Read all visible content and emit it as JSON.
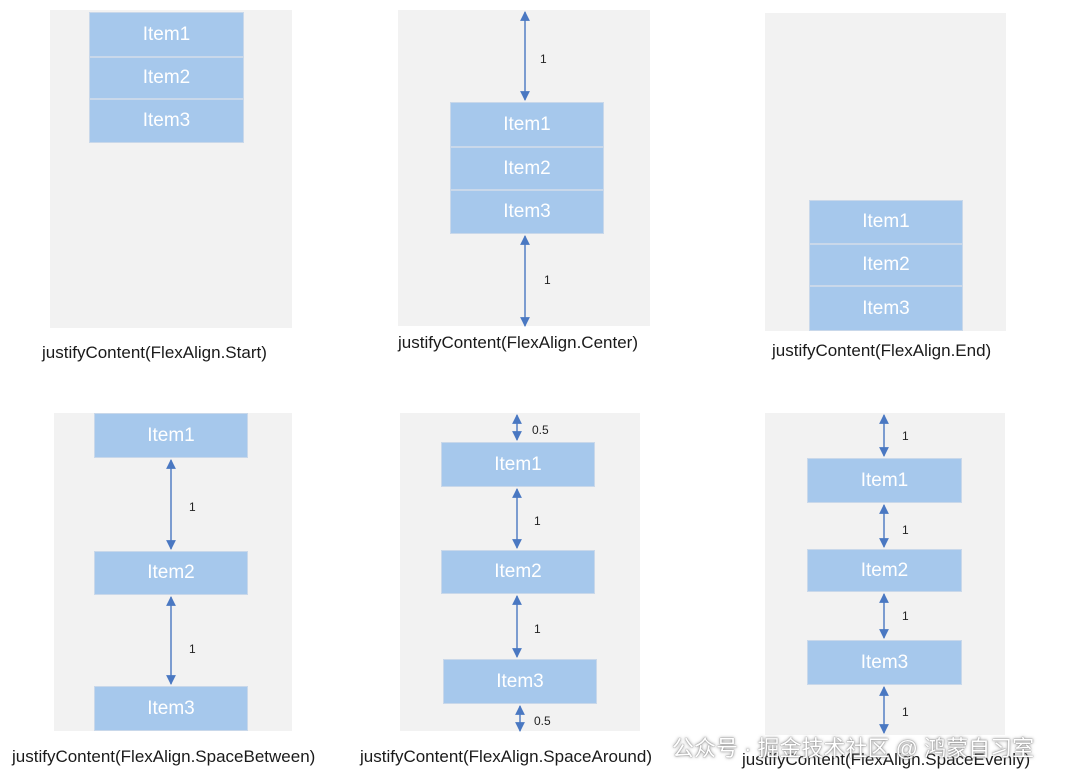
{
  "colors": {
    "panel": "#f2f2f2",
    "item": "#a6c8ec",
    "arrow": "#4a78c2"
  },
  "item_labels": [
    "Item1",
    "Item2",
    "Item3"
  ],
  "panels": [
    {
      "caption": "justifyContent(FlexAlign.Start)",
      "dims": []
    },
    {
      "caption": "justifyContent(FlexAlign.Center)",
      "dims": [
        "1",
        "1"
      ]
    },
    {
      "caption": "justifyContent(FlexAlign.End)",
      "dims": []
    },
    {
      "caption": "justifyContent(FlexAlign.SpaceBetween)",
      "dims": [
        "1",
        "1"
      ]
    },
    {
      "caption": "justifyContent(FlexAlign.SpaceAround)",
      "dims": [
        "0.5",
        "1",
        "1",
        "0.5"
      ]
    },
    {
      "caption": "justifyContent(FlexAlign.SpaceEvenly)",
      "dims": [
        "1",
        "1",
        "1",
        "1"
      ]
    }
  ],
  "watermark": "公众号 · 掘金技术社区 @ 鸿蒙自习室"
}
